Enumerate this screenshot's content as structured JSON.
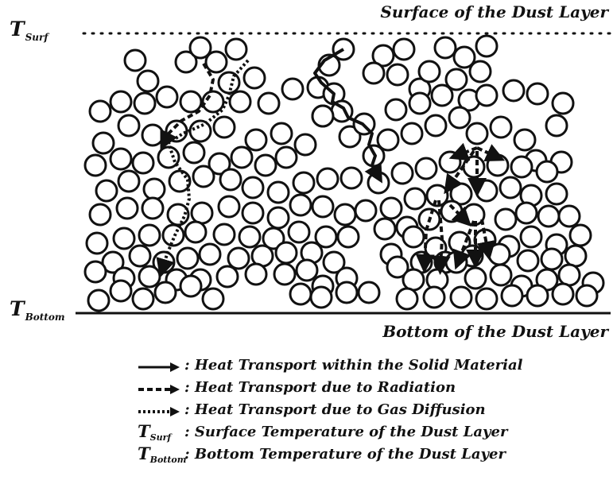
{
  "labels": {
    "t_surf_main": "T",
    "t_surf_sub": "Surf",
    "t_bottom_main": "T",
    "t_bottom_sub": "Bottom",
    "surface": "Surface of the Dust Layer",
    "bottom": "Bottom of the Dust Layer"
  },
  "legend": [
    {
      "symbol": "solid-arrow",
      "text": ": Heat Transport within the Solid Material"
    },
    {
      "symbol": "dashed-arrow",
      "text": ": Heat Transport due to Radiation"
    },
    {
      "symbol": "dotted-arrow",
      "text": ": Heat Transport due to Gas Diffusion"
    },
    {
      "symbol": "T",
      "sub": "Surf",
      "text": ": Surface Temperature of the Dust Layer"
    },
    {
      "symbol": "T",
      "sub": "Bottom",
      "text": ": Bottom Temperature of the Dust Layer"
    }
  ],
  "colors": {
    "ink": "#111111",
    "background": "#ffffff"
  }
}
